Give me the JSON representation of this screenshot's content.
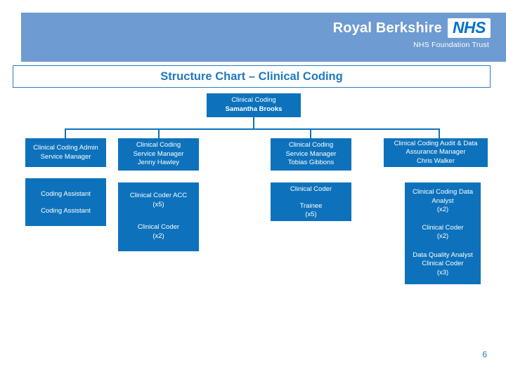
{
  "header": {
    "trust_name": "Royal Berkshire",
    "nhs_logo": "NHS",
    "trust_sub": "NHS Foundation Trust"
  },
  "title": "Structure Chart – Clinical Coding",
  "page_number": "6",
  "colors": {
    "band": "#6e9bd1",
    "node": "#0d72bb",
    "title_text": "#1f78c1",
    "nhs_blue": "#0072ce"
  },
  "chart_data": {
    "type": "org-chart",
    "title": "Structure Chart – Clinical Coding",
    "root": {
      "line1": "Clinical Coding",
      "line2": "Samantha Brooks"
    },
    "columns": [
      {
        "manager": {
          "line1": "Clinical Coding Admin",
          "line2": "Service Manager"
        },
        "reports": [
          {
            "line1": "Coding Assistant"
          },
          {
            "line1": "Coding Assistant"
          }
        ]
      },
      {
        "manager": {
          "line1": "Clinical Coding",
          "line2": "Service Manager",
          "line3": "Jenny Hawley"
        },
        "reports": [
          {
            "line1": "Clinical Coder ACC",
            "line2": "(x5)"
          },
          {
            "line1": "Clinical Coder",
            "line2": "(x2)"
          }
        ]
      },
      {
        "manager": {
          "line1": "Clinical Coding",
          "line2": "Service Manager",
          "line3": "Tobias Gibbons"
        },
        "reports": [
          {
            "line1": "Clinical Coder"
          },
          {
            "line1": "Trainee",
            "line2": "(x5)"
          }
        ]
      },
      {
        "manager": {
          "line1": "Clinical Coding Audit  & Data",
          "line2": "Assurance Manager",
          "line3": "Chris Walker"
        },
        "reports": [
          {
            "line1": "Clinical Coding Data",
            "line2": "Analyst",
            "line3": "(x2)"
          },
          {
            "line1": "Clinical Coder",
            "line2": "(x2)"
          },
          {
            "line1": "Data Quality Analyst",
            "line2": "Clinical Coder",
            "line3": "(x3)"
          }
        ]
      }
    ]
  }
}
